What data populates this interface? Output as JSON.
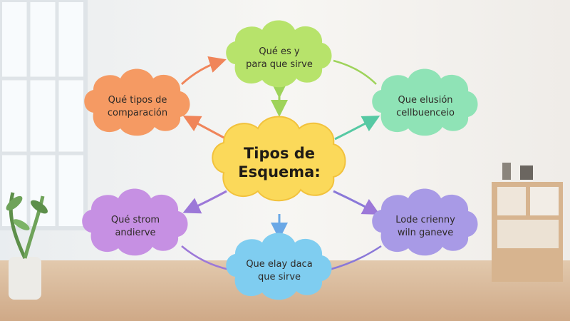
{
  "diagram": {
    "center": {
      "line1": "Tipos de",
      "line2": "Esquema:"
    },
    "nodes": [
      {
        "id": "top",
        "line1": "Qué es y",
        "line2": "para que sirve",
        "color": "#b7e36b"
      },
      {
        "id": "top-left",
        "line1": "Qué tipos de",
        "line2": "comparación",
        "color": "#f59a63"
      },
      {
        "id": "top-right",
        "line1": "Que elusión",
        "line2": "cellbuenceio",
        "color": "#8fe3b6"
      },
      {
        "id": "bottom-left",
        "line1": "Qué strom",
        "line2": "andierve",
        "color": "#c690e3"
      },
      {
        "id": "bottom",
        "line1": "Que elay daca",
        "line2": "que sirve",
        "color": "#7fcdf0"
      },
      {
        "id": "bottom-right",
        "line1": "Lode crienny",
        "line2": "wiln ganeve",
        "color": "#a89ae6"
      }
    ],
    "center_color": "#fbd95a",
    "arrow_colors": {
      "orange": "#f0855a",
      "green": "#9ed35a",
      "teal": "#56c9a3",
      "purple": "#9c78d8",
      "blue": "#6aa8e6"
    }
  }
}
